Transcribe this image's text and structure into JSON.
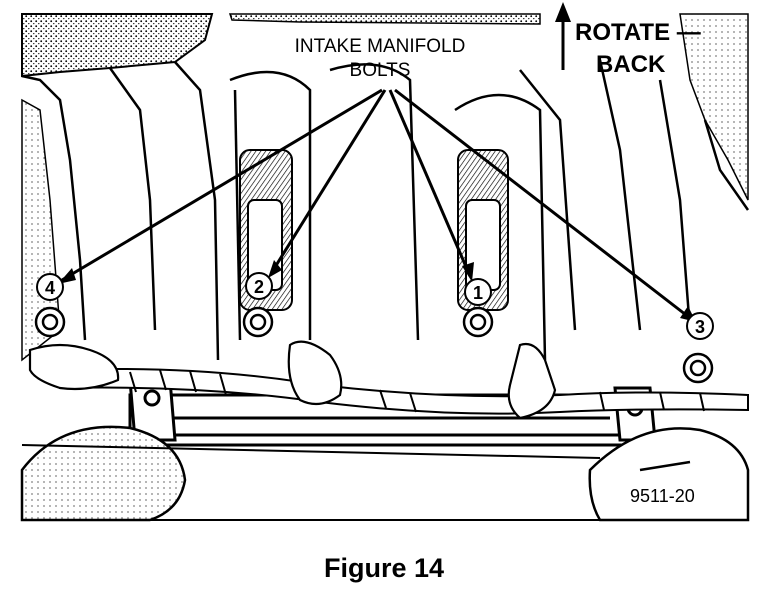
{
  "labels": {
    "callout_line1": "INTAKE MANIFOLD",
    "callout_line2": "BOLTS",
    "rotate_line1": "ROTATE —",
    "rotate_line2": "BACK",
    "part_number": "9511-20",
    "caption": "Figure 14"
  },
  "bolts": [
    {
      "number": "①"
    },
    {
      "number": "②"
    },
    {
      "number": "③"
    },
    {
      "number": "④"
    }
  ],
  "colors": {
    "ink": "#000000",
    "paper": "#ffffff",
    "shade": "#cfcfcf"
  }
}
